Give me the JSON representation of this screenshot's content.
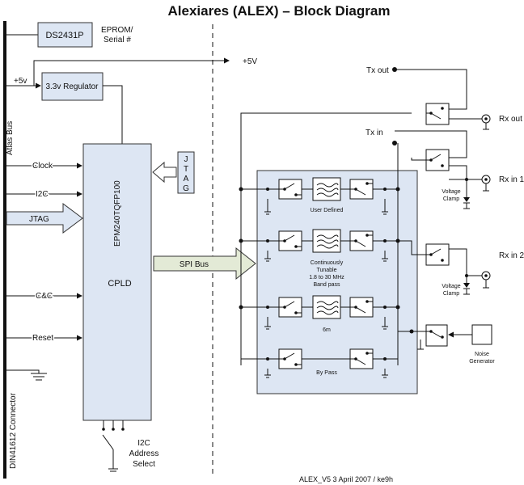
{
  "title": "Alexiares (ALEX)  – Block Diagram",
  "footer": "ALEX_V5  3 April 2007 / ke9h",
  "bus": {
    "atlas_label": "Atlas Bus",
    "connector_label": "DIN41612  Connector"
  },
  "eprom": {
    "chip": "DS2431P",
    "label_line1": "EPROM/",
    "label_line2": "Serial #"
  },
  "power": {
    "plus5_left": "+5v",
    "plus5_right": "+5V",
    "regulator": "3.3v Regulator"
  },
  "cpld": {
    "part": "EPM240TQFP100",
    "name": "CPLD"
  },
  "signals": {
    "clock": "Clock",
    "i2c": "I2C",
    "jtag": "JTAG",
    "cc": "C&C",
    "reset": "Reset"
  },
  "jtag_port": {
    "letters": [
      "J",
      "T",
      "A",
      "G"
    ]
  },
  "spi": "SPI Bus",
  "address": {
    "line1": "I2C",
    "line2": "Address",
    "line3": "Select"
  },
  "filters": {
    "user_defined": "User Defined",
    "tunable": [
      "Continuously",
      "Tunable",
      "1.8 to 30 MHz",
      "Band pass"
    ],
    "six_m": "6m",
    "bypass": "By Pass"
  },
  "ports": {
    "tx_out": "Tx out",
    "tx_in": "Tx in",
    "rx_out": "Rx out",
    "rx_in1": "Rx in 1",
    "rx_in2": "Rx in 2"
  },
  "clamp": {
    "line1": "Voltage",
    "line2": "Clamp"
  },
  "noise": {
    "line1": "Noise",
    "line2": "Generator"
  }
}
